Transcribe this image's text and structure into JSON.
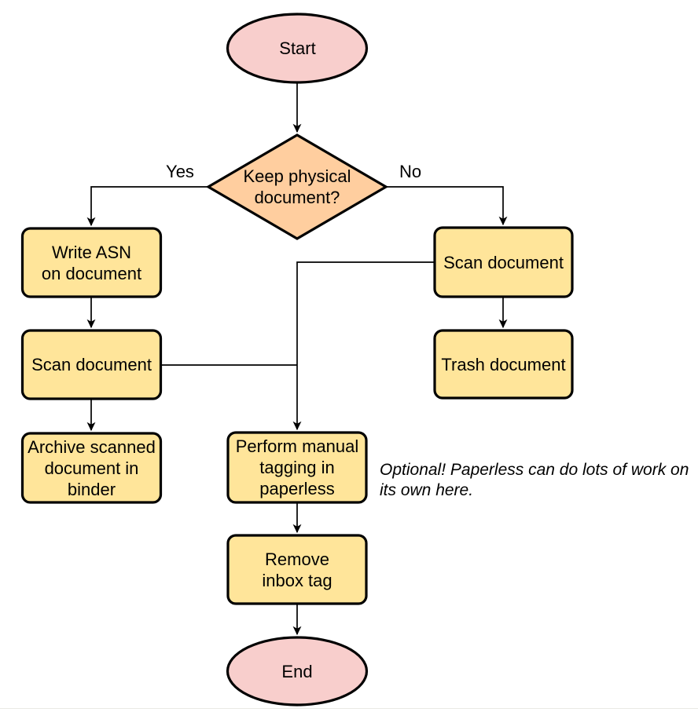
{
  "diagram": {
    "type": "flowchart",
    "nodes": {
      "start": "Start",
      "decision": "Keep physical\ndocument?",
      "write_asn": "Write ASN\non document",
      "scan_left": "Scan document",
      "archive": "Archive scanned\ndocument in\nbinder",
      "scan_right": "Scan document",
      "trash": "Trash document",
      "tagging": "Perform manual\ntagging in\npaperless",
      "remove_inbox": "Remove\ninbox tag",
      "end": "End"
    },
    "edge_labels": {
      "yes": "Yes",
      "no": "No"
    },
    "annotation": "Optional! Paperless can do lots of work on\nits own here.",
    "colors": {
      "terminator_fill": "#f8cecc",
      "decision_fill": "#ffce9f",
      "process_fill": "#ffe59a",
      "stroke": "#000000",
      "background": "#ffffff"
    }
  }
}
